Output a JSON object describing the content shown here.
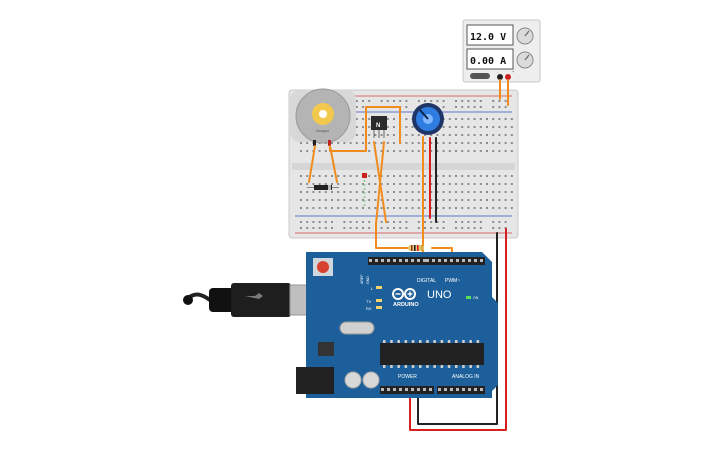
{
  "power_supply": {
    "voltage": "12.0 V",
    "current": "0.00 A",
    "plus_label": "+",
    "minus_label": "-"
  },
  "motor": {
    "label": "Dragon"
  },
  "transistor": {
    "label": "N"
  },
  "arduino": {
    "brand": "ARDUINO",
    "model": "UNO",
    "digital_label": "DIGITAL",
    "pwm_label": "PWM~",
    "power_label": "POWER",
    "analog_label": "ANALOG IN",
    "l_label": "L",
    "tx_label": "TX",
    "rx_label": "RX",
    "on_label": "ON",
    "aref_label": "AREF",
    "gnd_label": "GND"
  },
  "colors": {
    "board_blue": "#1c5f9a",
    "wire_orange": "#f08c1e",
    "wire_red": "#d81e1e",
    "wire_black": "#222222",
    "breadboard": "#e8e8e8"
  }
}
